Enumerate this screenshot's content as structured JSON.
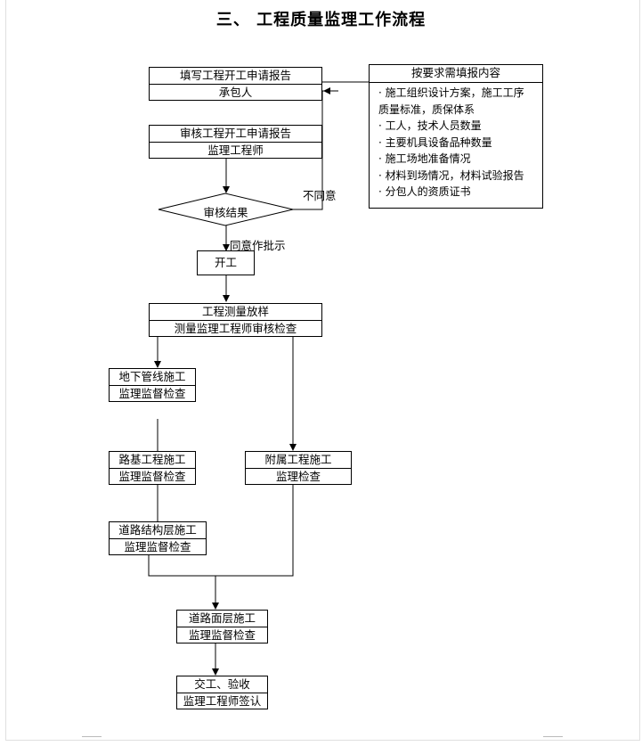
{
  "title": "三、   工程质量监理工作流程",
  "boxes": {
    "apply": {
      "line1": "填写工程开工申请报告",
      "line2": "承包人"
    },
    "review": {
      "line1": "审核工程开工申请报告",
      "line2": "监理工程师"
    },
    "decision": "审核结果",
    "start": "开工",
    "survey": {
      "line1": "工程测量放样",
      "line2": "测量监理工程师审核检查"
    },
    "pipeline": {
      "line1": "地下管线施工",
      "line2": "监理监督检查"
    },
    "subgrade": {
      "line1": "路基工程施工",
      "line2": "监理监督检查"
    },
    "structure": {
      "line1": "道路结构层施工",
      "line2": "监理监督检查"
    },
    "ancillary": {
      "line1": "附属工程施工",
      "line2": "监理检查"
    },
    "surface": {
      "line1": "道路面层施工",
      "line2": "监理监督检查"
    },
    "handover": {
      "line1": "交工、验收",
      "line2": "监理工程师签认"
    }
  },
  "requirements": {
    "heading": "按要求需填报内容",
    "items": [
      "· 施工组织设计方案，施工工序",
      "质量标准，质保体系",
      "· 工人，技术人员数量",
      "· 主要机具设备品种数量",
      "· 施工场地准备情况",
      "· 材料到场情况，材料试验报告",
      "· 分包人的资质证书"
    ]
  },
  "labels": {
    "disagree": "不同意",
    "agree": "同意作批示"
  }
}
